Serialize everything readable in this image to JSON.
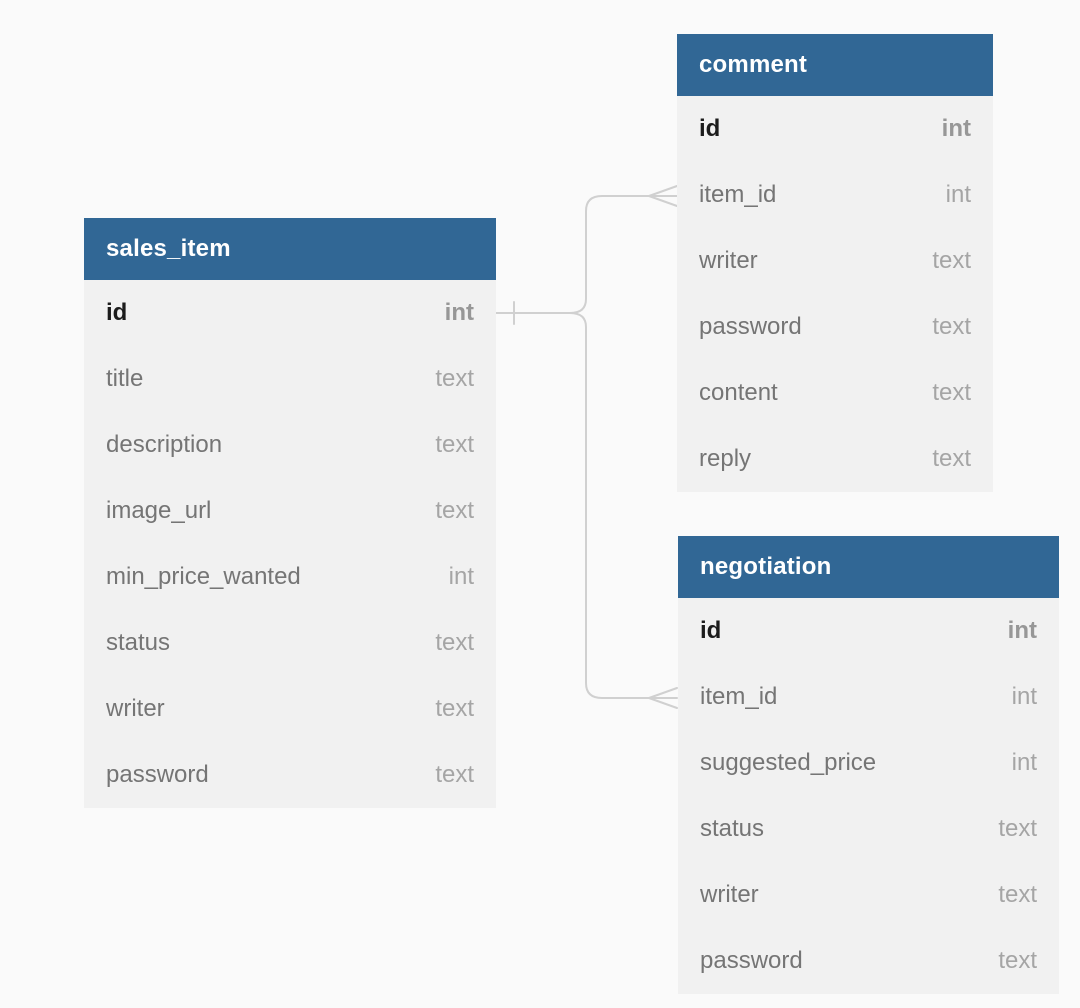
{
  "diagram": {
    "colors": {
      "header_bg": "#316795",
      "table_body_bg": "#f1f1f1",
      "page_bg": "#fafafa",
      "connector": "#d0d0d0"
    },
    "tables": [
      {
        "name": "sales_item",
        "fields": [
          {
            "name": "id",
            "type": "int",
            "pk": true
          },
          {
            "name": "title",
            "type": "text",
            "pk": false
          },
          {
            "name": "description",
            "type": "text",
            "pk": false
          },
          {
            "name": "image_url",
            "type": "text",
            "pk": false
          },
          {
            "name": "min_price_wanted",
            "type": "int",
            "pk": false
          },
          {
            "name": "status",
            "type": "text",
            "pk": false
          },
          {
            "name": "writer",
            "type": "text",
            "pk": false
          },
          {
            "name": "password",
            "type": "text",
            "pk": false
          }
        ]
      },
      {
        "name": "comment",
        "fields": [
          {
            "name": "id",
            "type": "int",
            "pk": true
          },
          {
            "name": "item_id",
            "type": "int",
            "pk": false
          },
          {
            "name": "writer",
            "type": "text",
            "pk": false
          },
          {
            "name": "password",
            "type": "text",
            "pk": false
          },
          {
            "name": "content",
            "type": "text",
            "pk": false
          },
          {
            "name": "reply",
            "type": "text",
            "pk": false
          }
        ]
      },
      {
        "name": "negotiation",
        "fields": [
          {
            "name": "id",
            "type": "int",
            "pk": true
          },
          {
            "name": "item_id",
            "type": "int",
            "pk": false
          },
          {
            "name": "suggested_price",
            "type": "int",
            "pk": false
          },
          {
            "name": "status",
            "type": "text",
            "pk": false
          },
          {
            "name": "writer",
            "type": "text",
            "pk": false
          },
          {
            "name": "password",
            "type": "text",
            "pk": false
          }
        ]
      }
    ],
    "relationships": [
      {
        "from": "sales_item.id",
        "to": "comment.item_id",
        "cardinality": "one-to-many"
      },
      {
        "from": "sales_item.id",
        "to": "negotiation.item_id",
        "cardinality": "one-to-many"
      }
    ]
  }
}
